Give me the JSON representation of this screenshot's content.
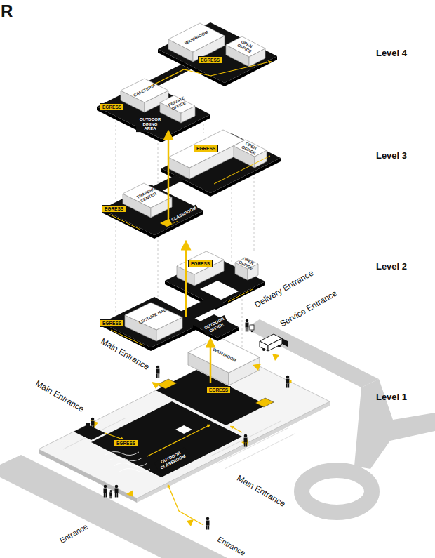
{
  "diagram": {
    "title": "R",
    "nodes": [
      {
        "text": [
          "EGRESS"
        ]
      },
      {
        "text": [
          "EGRESS"
        ]
      },
      {
        "text": [
          "EGRESS"
        ]
      },
      {
        "text": [
          "EGRESS"
        ]
      },
      {
        "text": [
          "EGRESS"
        ]
      },
      {
        "text": [
          "EGRESS"
        ]
      },
      {
        "text": [
          "EGRESS"
        ]
      },
      {
        "text": [
          "EGRESS"
        ]
      }
    ],
    "labels": [
      "Level 4",
      "WASHROOM",
      "OPEN OFFICE",
      "PRIVATE OFFICE",
      "CAFETERIA",
      "OUTDOOR DINING AREA",
      "Level 3",
      "OPEN OFFICE",
      "TRAINING CENTER",
      "CLASSROOM",
      "Level 2",
      "OPEN OFFICE",
      "Delivery Entrance",
      "OUTDOOR OFFICE",
      "Service Entrance",
      "LECTURE HALL",
      "Main Entrance",
      "WASHROOM",
      "Main Entrance",
      "Level 1",
      "OUTDOOR CLASSROOM",
      "Main Entrance",
      "Entrance",
      "Entrance"
    ]
  }
}
